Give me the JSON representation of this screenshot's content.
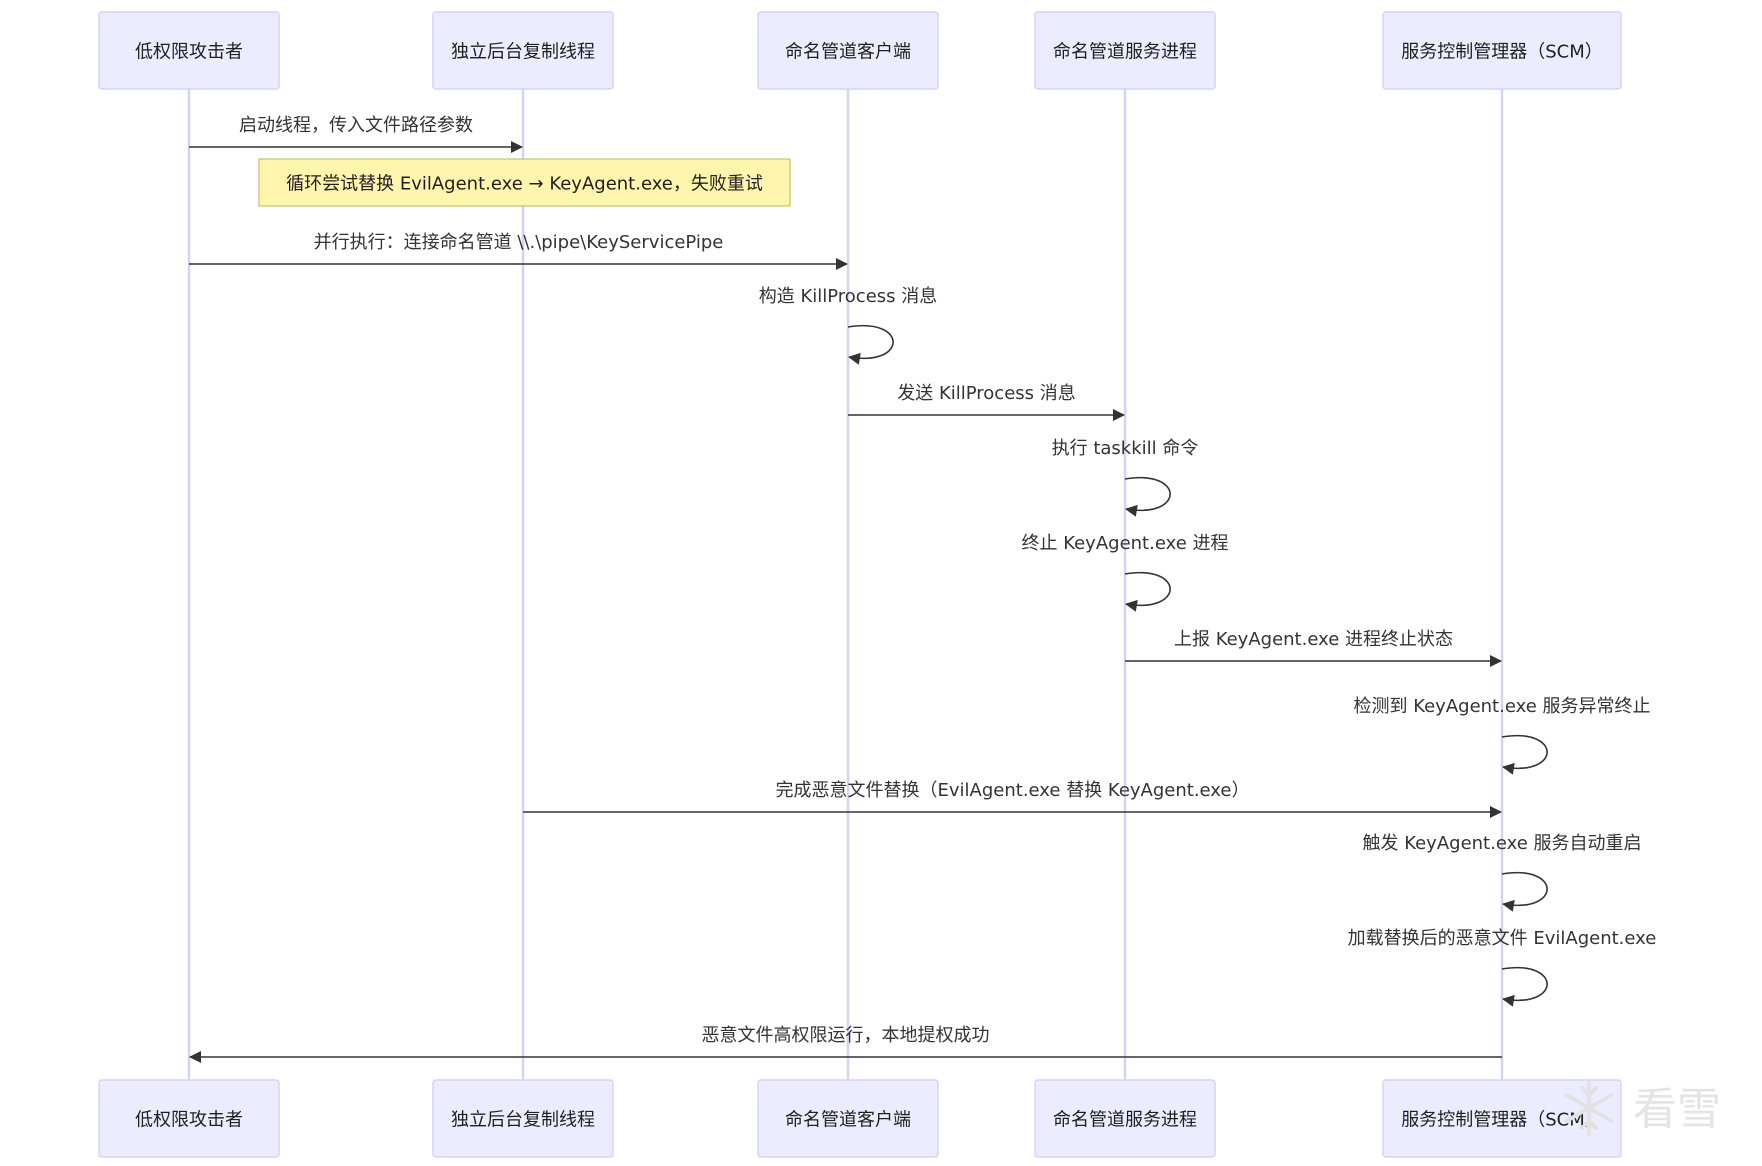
{
  "participants": [
    {
      "id": "attacker",
      "label": "低权限攻击者"
    },
    {
      "id": "copier",
      "label": "独立后台复制线程"
    },
    {
      "id": "client",
      "label": "命名管道客户端"
    },
    {
      "id": "server",
      "label": "命名管道服务进程"
    },
    {
      "id": "scm",
      "label": "服务控制管理器（SCM）"
    }
  ],
  "note": {
    "over": [
      "attacker",
      "copier"
    ],
    "text": "循环尝试替换 EvilAgent.exe → KeyAgent.exe，失败重试"
  },
  "messages": [
    {
      "from": "attacker",
      "to": "copier",
      "text": "启动线程，传入文件路径参数"
    },
    {
      "from": "attacker",
      "to": "client",
      "text": "并行执行：连接命名管道 \\\\.\\pipe\\KeyServicePipe"
    },
    {
      "from": "client",
      "to": "client",
      "text": "构造 KillProcess 消息"
    },
    {
      "from": "client",
      "to": "server",
      "text": "发送 KillProcess 消息"
    },
    {
      "from": "server",
      "to": "server",
      "text": "执行 taskkill 命令"
    },
    {
      "from": "server",
      "to": "server",
      "text": "终止 KeyAgent.exe 进程"
    },
    {
      "from": "server",
      "to": "scm",
      "text": "上报 KeyAgent.exe 进程终止状态"
    },
    {
      "from": "scm",
      "to": "scm",
      "text": "检测到 KeyAgent.exe 服务异常终止"
    },
    {
      "from": "copier",
      "to": "scm",
      "text": "完成恶意文件替换（EvilAgent.exe 替换 KeyAgent.exe）"
    },
    {
      "from": "scm",
      "to": "scm",
      "text": "触发 KeyAgent.exe 服务自动重启"
    },
    {
      "from": "scm",
      "to": "scm",
      "text": "加载替换后的恶意文件 EvilAgent.exe"
    },
    {
      "from": "scm",
      "to": "attacker",
      "text": "恶意文件高权限运行，本地提权成功"
    }
  ],
  "watermark": {
    "text": "看雪",
    "icon": "snowflake-icon"
  },
  "colors": {
    "actor_fill": "#ECECFF",
    "actor_border": "#d6d2f4",
    "note_fill": "#fff5ad",
    "line": "#333333"
  }
}
